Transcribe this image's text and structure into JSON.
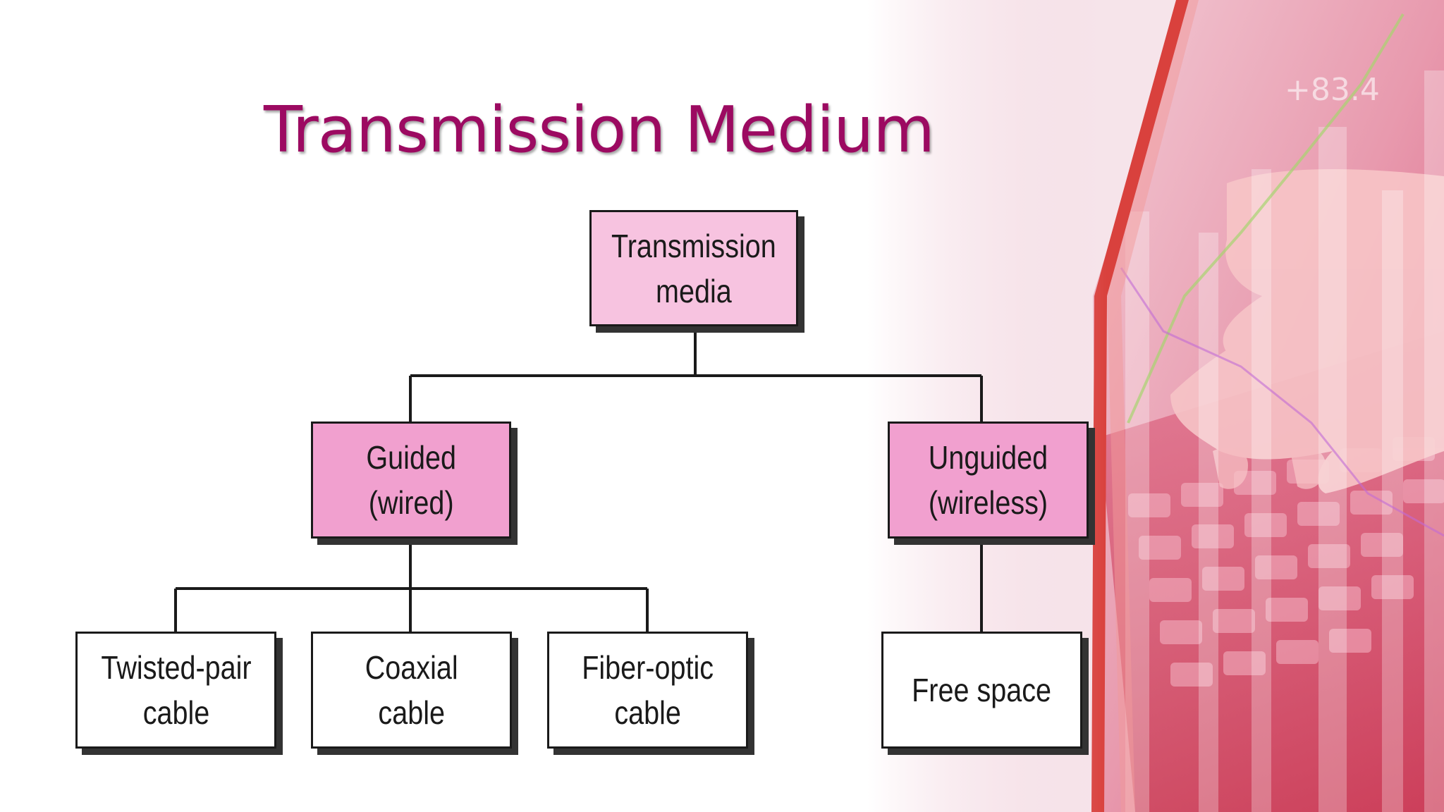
{
  "slide": {
    "title": "Transmission Medium",
    "background_number": "+83.4",
    "colors": {
      "title": "#9c0a61",
      "root_fill": "#f7c3e0",
      "category_fill": "#f1a0cf",
      "leaf_fill": "#ffffff",
      "accent_red": "#d9413d"
    }
  },
  "diagram": {
    "root": {
      "label": "Transmission\nmedia"
    },
    "guided": {
      "label": "Guided\n(wired)",
      "children": [
        {
          "label": "Twisted-pair\ncable"
        },
        {
          "label": "Coaxial\ncable"
        },
        {
          "label": "Fiber-optic\ncable"
        }
      ]
    },
    "unguided": {
      "label": "Unguided\n(wireless)",
      "children": [
        {
          "label": "Free space"
        }
      ]
    }
  }
}
